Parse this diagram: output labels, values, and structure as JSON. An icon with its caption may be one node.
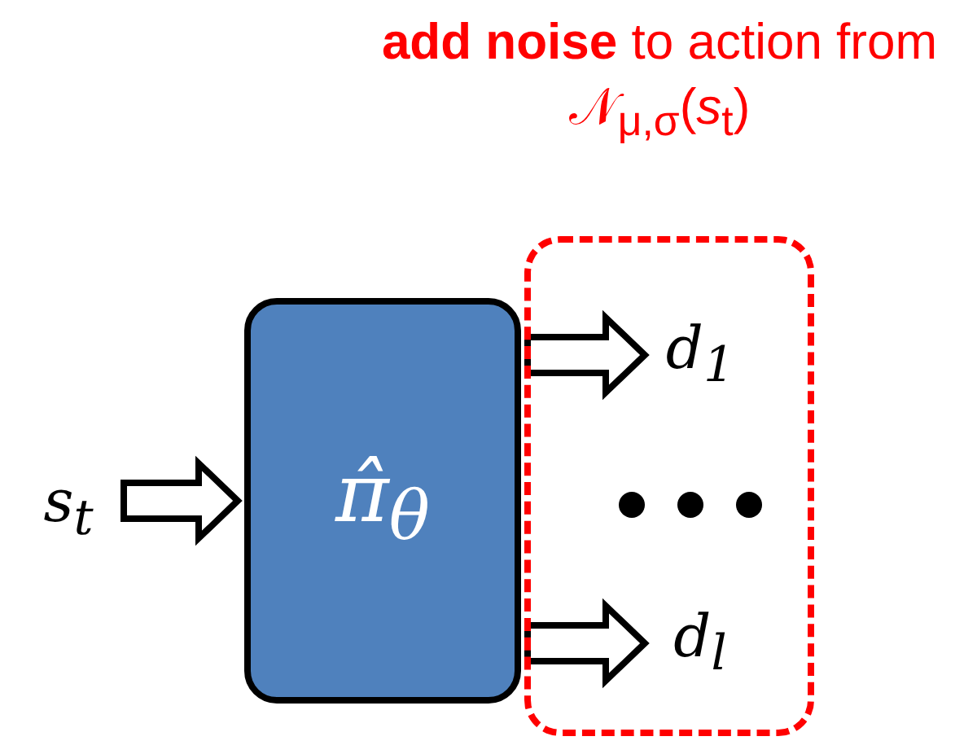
{
  "diagram": {
    "nodes": [
      {
        "text": [
          "s$_{t}$"
        ]
      },
      {
        "text": [
          "π̂$_{θ}$"
        ]
      },
      {
        "text": [
          "**add noise** to action from 𝒩$_{μ,σ}$(*s*$_{t}$)"
        ]
      },
      {
        "text": [
          "d$_{1}$"
        ],
        "in": 2
      },
      {
        "text": [
          "d$_{l}$"
        ],
        "in": 2
      }
    ],
    "edges": [
      {
        "from": 0,
        "to": 1,
        "arrow": "to"
      },
      {
        "from": 1,
        "to": 3,
        "arrow": "to"
      },
      {
        "from": 1,
        "to": 4,
        "arrow": "to"
      }
    ]
  }
}
